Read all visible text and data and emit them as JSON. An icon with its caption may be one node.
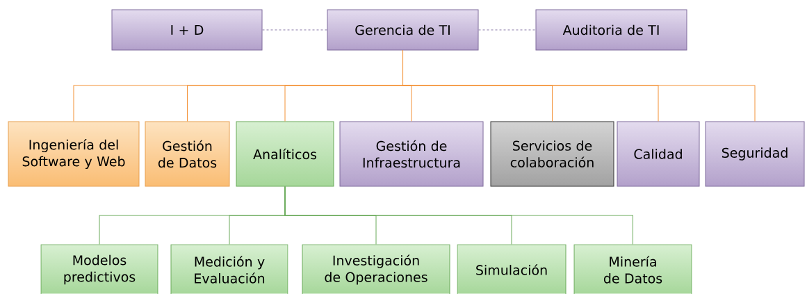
{
  "diagram": {
    "nodes": [
      {
        "text": [
          "I + D"
        ]
      },
      {
        "text": [
          "Gerencia de TI"
        ]
      },
      {
        "text": [
          "Auditoria de TI"
        ]
      },
      {
        "text": [
          "Ingeniería del Software y Web"
        ]
      },
      {
        "text": [
          "Gestión de Datos"
        ]
      },
      {
        "text": [
          "Analíticos"
        ]
      },
      {
        "text": [
          "Gestión de Infraestructura"
        ]
      },
      {
        "text": [
          "Servicios de colaboración"
        ]
      },
      {
        "text": [
          "Calidad"
        ]
      },
      {
        "text": [
          "Seguridad"
        ]
      },
      {
        "text": [
          "Modelos predictivos"
        ]
      },
      {
        "text": [
          "Medición y Evaluación"
        ]
      },
      {
        "text": [
          "Investigación de Operaciones"
        ]
      },
      {
        "text": [
          "Simulación"
        ]
      },
      {
        "text": [
          "Minería de Datos"
        ]
      }
    ],
    "edges": [
      {
        "from": 1,
        "to": 0,
        "arrow": "none",
        "style": "dashed",
        "color": "#8a7aa8"
      },
      {
        "from": 1,
        "to": 2,
        "arrow": "none",
        "style": "dashed",
        "color": "#8a7aa8"
      },
      {
        "from": 1,
        "to": 3,
        "arrow": "none"
      },
      {
        "from": 1,
        "to": 4,
        "arrow": "none"
      },
      {
        "from": 1,
        "to": 5,
        "arrow": "none"
      },
      {
        "from": 1,
        "to": 6,
        "arrow": "none"
      },
      {
        "from": 1,
        "to": 7,
        "arrow": "none"
      },
      {
        "from": 1,
        "to": 8,
        "arrow": "none"
      },
      {
        "from": 1,
        "to": 9,
        "arrow": "none"
      },
      {
        "from": 5,
        "to": 10,
        "arrow": "none",
        "color": "#6aaa5a"
      },
      {
        "from": 5,
        "to": 11,
        "arrow": "none",
        "color": "#6aaa5a"
      },
      {
        "from": 5,
        "to": 12,
        "arrow": "none",
        "color": "#6aaa5a"
      },
      {
        "from": 5,
        "to": 13,
        "arrow": "none",
        "color": "#6aaa5a"
      },
      {
        "from": 5,
        "to": 14,
        "arrow": "none",
        "color": "#6aaa5a"
      }
    ]
  }
}
